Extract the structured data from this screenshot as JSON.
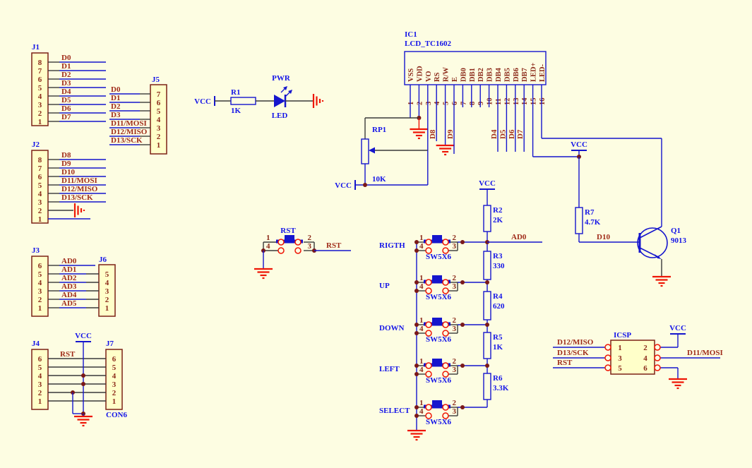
{
  "colors": {
    "bg": "#FDFDE2",
    "wire": "#1515CD",
    "black": "#3A3A3A",
    "blue_label": "#1414E8",
    "label_red": "#A02C1A",
    "pin_red": "#8C2A1A",
    "ground": "#EE1505",
    "dot": "#7A1818",
    "box_fill": "#FFFFC9",
    "box_border": "#7C2116"
  },
  "power": {
    "vcc": "VCC"
  },
  "nets": {
    "rst": "RST",
    "ad0": "AD0",
    "d10": "D10"
  },
  "connectors": {
    "j1": {
      "ref": "J1",
      "pins": [
        "8",
        "7",
        "6",
        "5",
        "4",
        "3",
        "2",
        "1"
      ],
      "signals": [
        "D0",
        "D1",
        "D2",
        "D3",
        "D4",
        "D5",
        "D6",
        "D7"
      ]
    },
    "j2": {
      "ref": "J2",
      "pins": [
        "8",
        "7",
        "6",
        "5",
        "4",
        "3",
        "2",
        "1"
      ],
      "signals": [
        "D8",
        "D9",
        "D10",
        "D11/MOSI",
        "D12/MISO",
        "D13/SCK"
      ]
    },
    "j5": {
      "ref": "J5",
      "pins": [
        "7",
        "6",
        "5",
        "4",
        "3",
        "2",
        "1"
      ],
      "signals": [
        "D0",
        "D1",
        "D2",
        "D3",
        "D11/MOSI",
        "D12/MISO",
        "D13/SCK"
      ]
    },
    "j3": {
      "ref": "J3",
      "pins": [
        "6",
        "5",
        "4",
        "3",
        "2",
        "1"
      ],
      "signals": [
        "AD0",
        "AD1",
        "AD2",
        "AD3",
        "AD4",
        "AD5"
      ]
    },
    "j6": {
      "ref": "J6",
      "pins": [
        "5",
        "4",
        "3",
        "2",
        "1"
      ]
    },
    "j4": {
      "ref": "J4",
      "pins": [
        "6",
        "5",
        "4",
        "3",
        "2",
        "1"
      ]
    },
    "j7": {
      "ref": "J7",
      "pins": [
        "6",
        "5",
        "4",
        "3",
        "2",
        "1"
      ],
      "type": "CON6"
    }
  },
  "resistors": {
    "r1": {
      "ref": "R1",
      "value": "1K"
    },
    "r2": {
      "ref": "R2",
      "value": "2K"
    },
    "r3": {
      "ref": "R3",
      "value": "330"
    },
    "r4": {
      "ref": "R4",
      "value": "620"
    },
    "r5": {
      "ref": "R5",
      "value": "1K"
    },
    "r6": {
      "ref": "R6",
      "value": "3.3K"
    },
    "r7": {
      "ref": "R7",
      "value": "4.7K"
    }
  },
  "led": {
    "ref": "LED",
    "net": "PWR"
  },
  "rp1": {
    "ref": "RP1",
    "value": "10K"
  },
  "ic1": {
    "ref": "IC1",
    "part": "LCD_TC1602",
    "pin_names": [
      "VSS",
      "VDD",
      "VO",
      "RS",
      "R/W",
      "E",
      "DB0",
      "DB1",
      "DB2",
      "DB3",
      "DB4",
      "DB5",
      "DB6",
      "DB7",
      "LED+",
      "LED-"
    ],
    "pin_numbers": [
      "1",
      "2",
      "3",
      "4",
      "5",
      "6",
      "7",
      "8",
      "9",
      "10",
      "11",
      "12",
      "13",
      "14",
      "15",
      "16"
    ],
    "down_labels": [
      "D8",
      "D9",
      "D4",
      "D5",
      "D6",
      "D7"
    ]
  },
  "q1": {
    "ref": "Q1",
    "value": "9013"
  },
  "rst_button": {
    "ref": "RST"
  },
  "btn_pins": [
    "1",
    "2",
    "4",
    "3"
  ],
  "buttons": [
    {
      "name": "RIGTH",
      "part": "SW5X6"
    },
    {
      "name": "UP",
      "part": "SW5X6"
    },
    {
      "name": "DOWN",
      "part": "SW5X6"
    },
    {
      "name": "LEFT",
      "part": "SW5X6"
    },
    {
      "name": "SELECT",
      "part": "SW5X6"
    }
  ],
  "icsp": {
    "ref": "ICSP",
    "pins_left": [
      "1",
      "3",
      "5"
    ],
    "pins_right": [
      "2",
      "4",
      "6"
    ],
    "left_labels": [
      "D12/MISO",
      "D13/SCK",
      "RST"
    ],
    "mosi": "D11/MOSI"
  }
}
